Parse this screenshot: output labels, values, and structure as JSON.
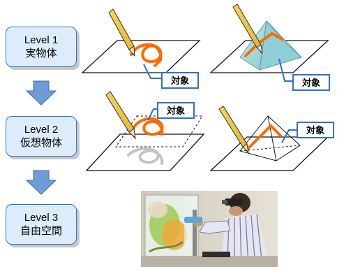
{
  "levels": [
    {
      "line1": "Level 1",
      "line2": "実物体"
    },
    {
      "line1": "Level 2",
      "line2": "仮想物体"
    },
    {
      "line1": "Level 3",
      "line2": "自由空間"
    }
  ],
  "object_label": "対象",
  "colors": {
    "box_fill": "#dcecfb",
    "box_border": "#2f76c5",
    "arrow_fill": "#6f9bd8",
    "stroke_orange": "#ff6a00",
    "leader_blue": "#2f6fd3",
    "pyramid_fill": "#a9d8dc"
  },
  "photo": {
    "description_icon": "photo-user-drawing-on-transparent-display"
  }
}
